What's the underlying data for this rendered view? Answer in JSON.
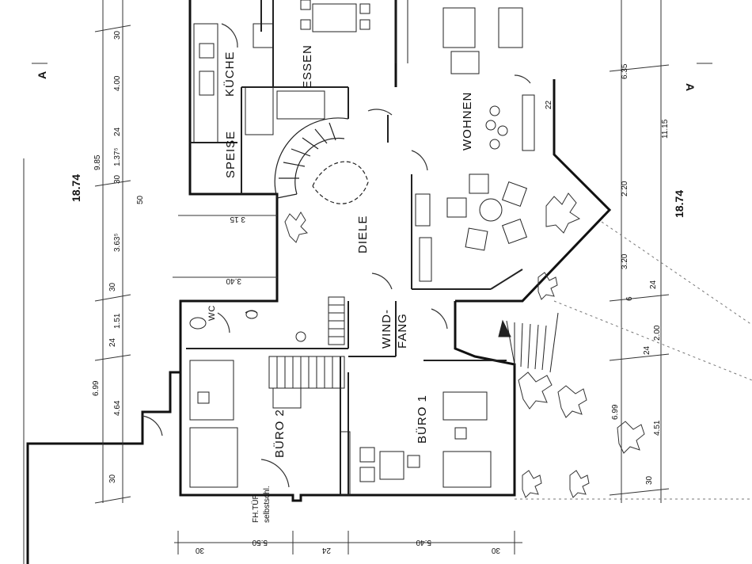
{
  "rooms": {
    "kueche": "KÜCHE",
    "essen": "ESSEN",
    "wohnen": "WOHNEN",
    "speise": "SPEISE",
    "diele": "DIELE",
    "wc": "WC",
    "windfang_1": "WIND-",
    "windfang_2": "FANG",
    "buero2": "BÜRO 2",
    "buero1": "BÜRO 1"
  },
  "notes": {
    "fh_tuer_1": "FH.TÜR",
    "fh_tuer_2": "selbstschl."
  },
  "section_marks": {
    "a_left": "A",
    "a_right": "A"
  },
  "dims_left": {
    "total": "18.74",
    "d985": "9.85",
    "d400": "4.00",
    "d30a": "30",
    "d24a": "24",
    "d1375": "1.37⁵",
    "d30b": "30",
    "d50": "50",
    "d3635": "3.63⁵",
    "d30c": "30",
    "d151": "1.51",
    "d24b": "24",
    "d699": "6.99",
    "d464": "4.64",
    "d30d": "30"
  },
  "dims_inner": {
    "d315": "3 15",
    "d340": "3.40"
  },
  "dims_right": {
    "total": "18.74",
    "d1115": "11.15",
    "d635": "6.35",
    "d22": "22",
    "d220": "2.20",
    "d320": "3.20",
    "d24a": "24",
    "d6": "6",
    "d200": "2.00",
    "d24b": "24",
    "d699": "6.99",
    "d451": "4.51",
    "d30": "30"
  },
  "dims_bottom": {
    "d30a": "30",
    "d550": "5.50",
    "d24": "24",
    "d540": "5.40",
    "d30b": "30"
  }
}
